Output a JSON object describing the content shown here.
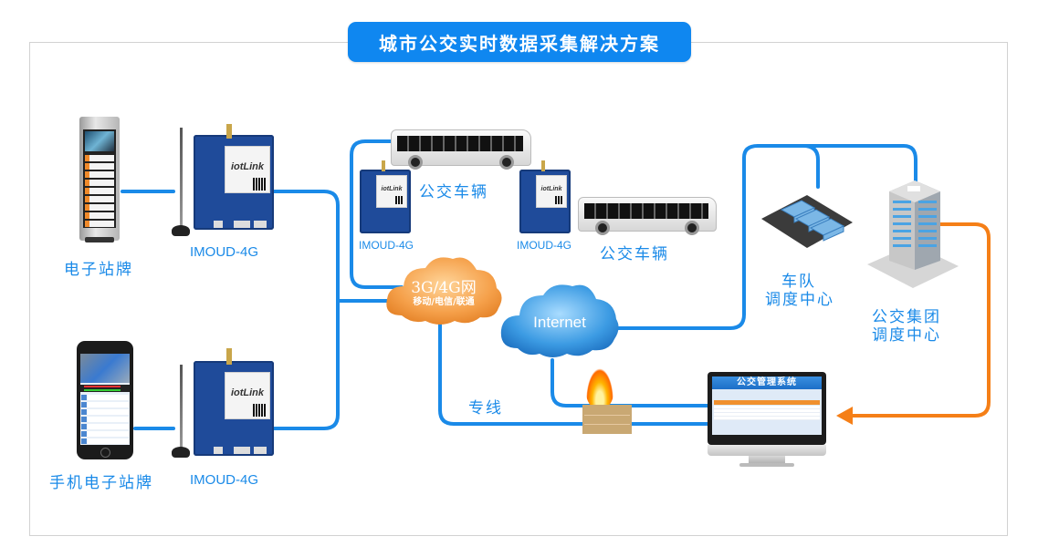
{
  "title": "城市公交实时数据采集解决方案",
  "colors": {
    "title_bg": "#0f87f0",
    "line_blue": "#1a8ae8",
    "line_orange": "#f57f17",
    "label_blue": "#1a8ae8",
    "frame_border": "#d2d2d2"
  },
  "nodes": {
    "e_station_sign": {
      "label": "电子站牌",
      "icon": "station-sign-icon"
    },
    "mobile_station_sign": {
      "label": "手机电子站牌",
      "icon": "smartphone-icon"
    },
    "module_top": {
      "label": "IMOUD-4G",
      "brand": "iotLink",
      "icon": "4g-module-icon"
    },
    "module_bottom": {
      "label": "IMOUD-4G",
      "brand": "iotLink",
      "icon": "4g-module-icon"
    },
    "bus_module_1": {
      "label": "IMOUD-4G",
      "brand": "iotLink",
      "icon": "4g-module-icon"
    },
    "bus_module_2": {
      "label": "IMOUD-4G",
      "brand": "iotLink",
      "icon": "4g-module-icon"
    },
    "bus_1": {
      "label": "公交车辆",
      "icon": "bus-icon"
    },
    "bus_2": {
      "label": "公交车辆",
      "icon": "bus-icon"
    },
    "mobile_network": {
      "label": "3G/4G网",
      "sublabel": "移动/电信/联通",
      "icon": "cloud-icon"
    },
    "internet": {
      "label": "Internet",
      "icon": "cloud-icon"
    },
    "dedicated_line": {
      "label": "专线"
    },
    "firewall": {
      "icon": "firewall-icon"
    },
    "fleet_dispatch": {
      "label_line1": "车队",
      "label_line2": "调度中心",
      "icon": "bus-depot-icon"
    },
    "group_dispatch": {
      "label_line1": "公交集团",
      "label_line2": "调度中心",
      "icon": "office-building-icon"
    },
    "management_system": {
      "label": "公交管理系统",
      "icon": "monitor-icon"
    }
  }
}
